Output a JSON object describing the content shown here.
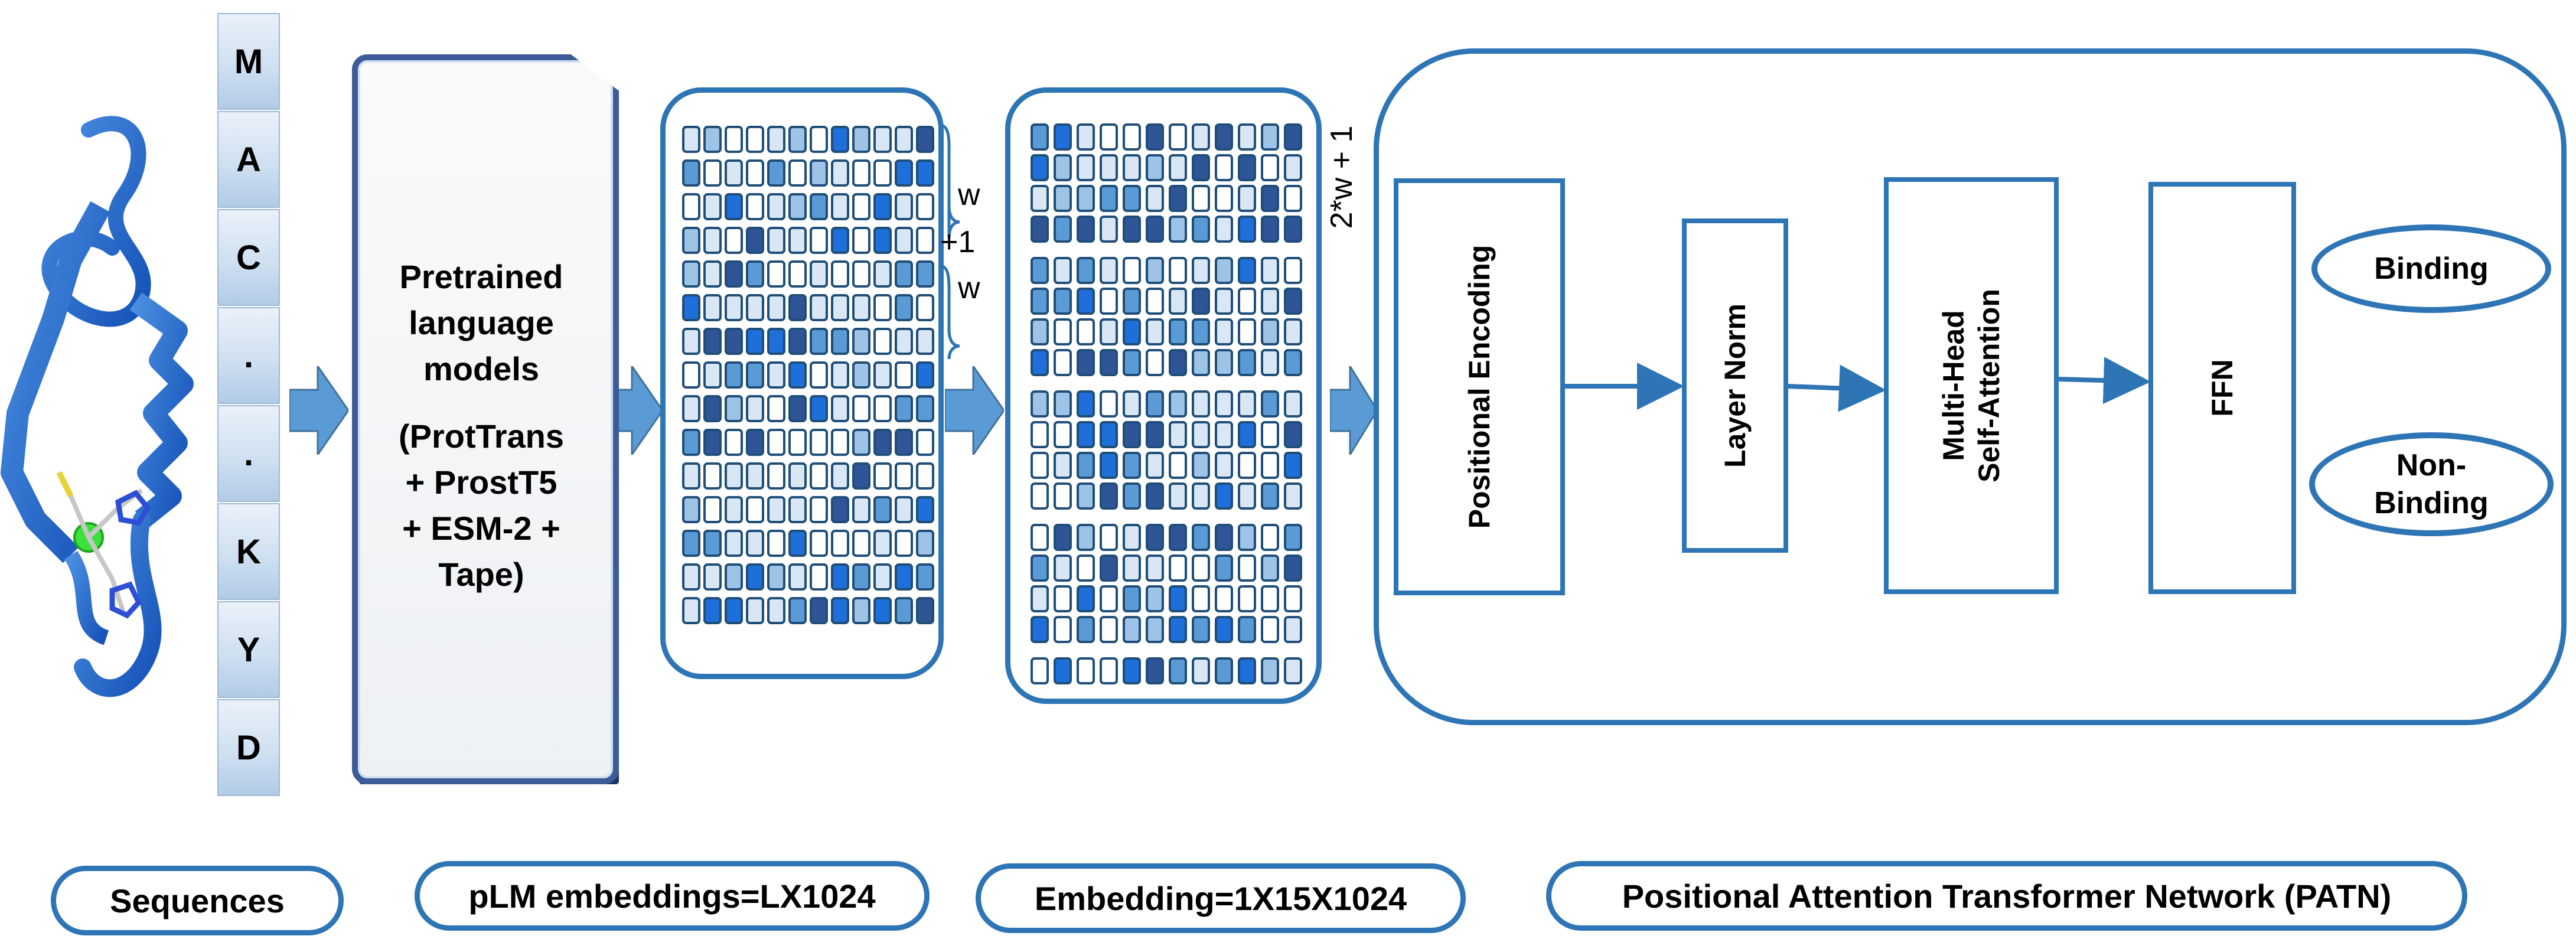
{
  "sequence": {
    "residues": [
      "M",
      "A",
      "C",
      ".",
      ".",
      "K",
      "Y",
      "D"
    ]
  },
  "plm": {
    "lines": [
      "Pretrained",
      "language",
      "models",
      "",
      "(ProtTrans",
      "+ ProstT5",
      "+ ESM-2 +",
      "Tape)"
    ]
  },
  "window_labels": {
    "w_top": "w",
    "plus_one": "+1",
    "w_bottom": "w",
    "window_size": "2*w + 1"
  },
  "patn": {
    "positional_encoding": "Positional Encoding",
    "layer_norm": "Layer Norm",
    "attention_line1": "Multi-Head",
    "attention_line2": "Self-Attention",
    "ffn": "FFN",
    "binding": "Binding",
    "non_binding_line1": "Non-",
    "non_binding_line2": "Binding"
  },
  "captions": {
    "sequences": "Sequences",
    "plm_embeddings": "pLM embeddings=LX1024",
    "embedding": "Embedding=1X15X1024",
    "patn": "Positional Attention Transformer Network (PATN)"
  },
  "colors": {
    "accent": "#2e75b6",
    "arrow": "#5b9bd5",
    "cell_empty": "#ffffff",
    "cell_light": "#d9e7f5",
    "cell_mid": "#9dc3e6",
    "cell_blue": "#5b9bd5",
    "cell_dark": "#2f5597",
    "cell_bright": "#1e6fd9"
  }
}
